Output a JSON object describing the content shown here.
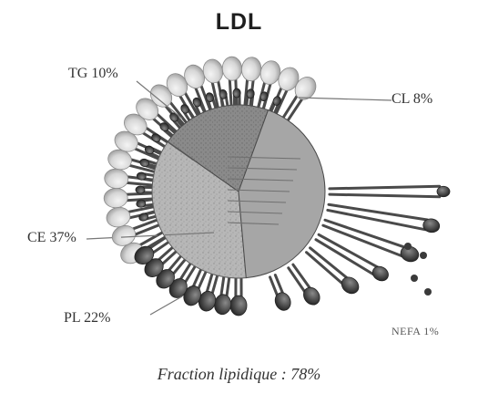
{
  "title": "LDL",
  "labels": {
    "tg": "TG 10%",
    "cl": "CL 8%",
    "ce": "CE 37%",
    "pl": "PL 22%",
    "nefa": "NEFA 1%"
  },
  "caption": "Fraction lipidique : 78%",
  "colors": {
    "ce_sector": "#b9b9b9",
    "tg_sector": "#8e8e8e",
    "cl_sector": "#a4a4a4",
    "phospholipid_head": "#d2d2d2",
    "phospholipid_head_dark": "#555555",
    "fatty_acid_chain": "#4a4a4a",
    "leader_line": "#777777"
  }
}
